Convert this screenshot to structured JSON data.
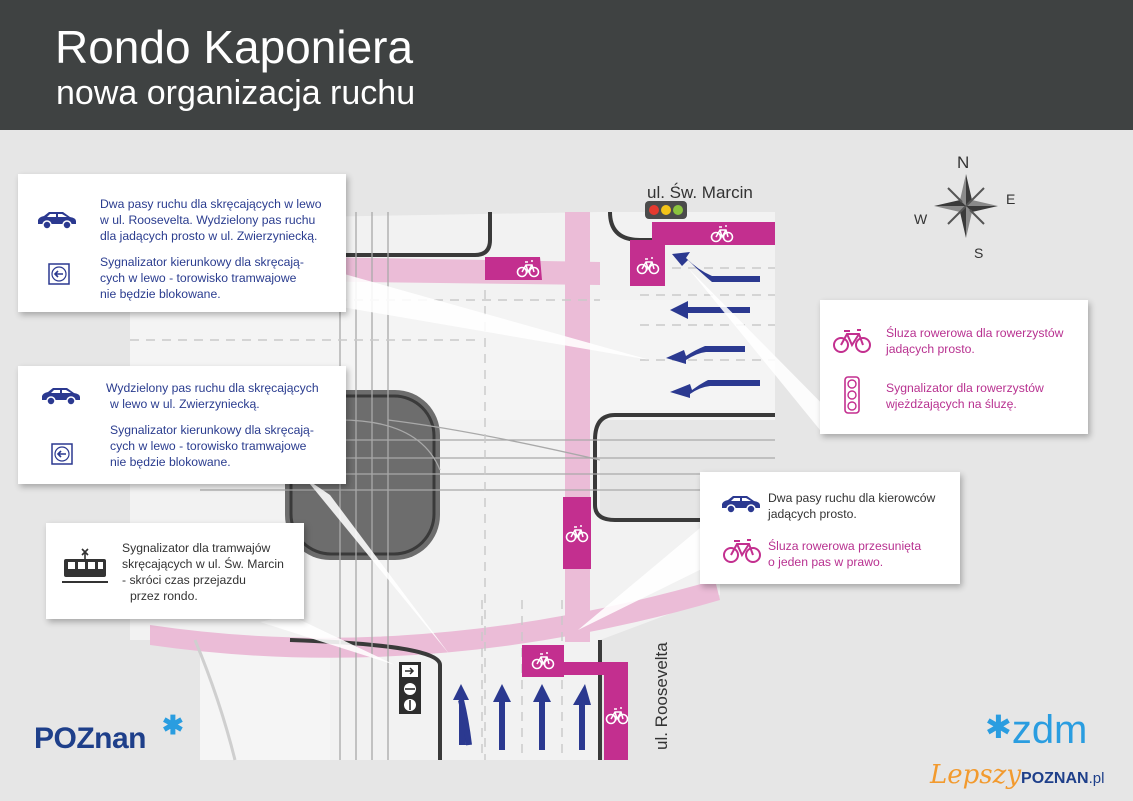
{
  "header": {
    "title": "Rondo Kaponiera",
    "subtitle": "nowa organizacja ruchu"
  },
  "map": {
    "street_marcin": "ul. Św. Marcin",
    "street_roosevelta": "ul. Roosevelta",
    "compass": {
      "n": "N",
      "e": "E",
      "s": "S",
      "w": "W"
    }
  },
  "callouts": {
    "top_left": {
      "text1": [
        "Dwa pasy ruchu dla skręcających w lewo",
        "w ul. Roosevelta. Wydzielony pas ruchu",
        "dla jadących prosto w ul. Zwierzyniecką."
      ],
      "text2": [
        "Sygnalizator kierunkowy dla skręcają-",
        "cych w lewo - torowisko tramwajowe",
        "nie będzie blokowane."
      ]
    },
    "mid_left": {
      "text1": [
        "Wydzielony pas ruchu dla skręcających",
        "w lewo w ul. Zwierzyniecką."
      ],
      "text2": [
        "Sygnalizator kierunkowy dla skręcają-",
        "cych w lewo - torowisko tramwajowe",
        "nie będzie blokowane."
      ]
    },
    "tram": {
      "text": [
        "Sygnalizator dla tramwajów",
        "skręcających w ul. Św. Marcin",
        "- skróci czas przejazdu",
        "przez rondo."
      ]
    },
    "right_top": {
      "text1": [
        "Śluza rowerowa dla rowerzystów",
        "jadących prosto."
      ],
      "text2": [
        "Sygnalizator dla rowerzystów",
        "wjeżdżających na śluzę."
      ]
    },
    "right_bottom": {
      "text1": [
        "Dwa pasy ruchu dla kierowców",
        "jadących prosto."
      ],
      "text2": [
        "Śluza rowerowa przesunięta",
        "o jeden pas w prawo."
      ]
    }
  },
  "logos": {
    "poznan": "POZnan",
    "zdm": "zdm",
    "watermark_1": "Lepszy",
    "watermark_2": "POZNAN",
    "watermark_3": ".pl"
  },
  "colors": {
    "header_bg": "#3f4242",
    "background": "#e6e6e6",
    "road": "#f2f2f2",
    "bike_pink": "#c32f8f",
    "bike_pink_light": "#ebbcd7",
    "arrow_blue": "#2b3990",
    "text_blue": "#2a3c8f",
    "text_pink": "#b83190",
    "curb": "#3a3a3a"
  },
  "icons": {
    "car": "car-icon",
    "direction_signal": "direction-signal-icon",
    "tram": "tram-icon",
    "bicycle": "bicycle-icon",
    "traffic_light": "traffic-light-icon",
    "compass": "compass-rose-icon"
  }
}
